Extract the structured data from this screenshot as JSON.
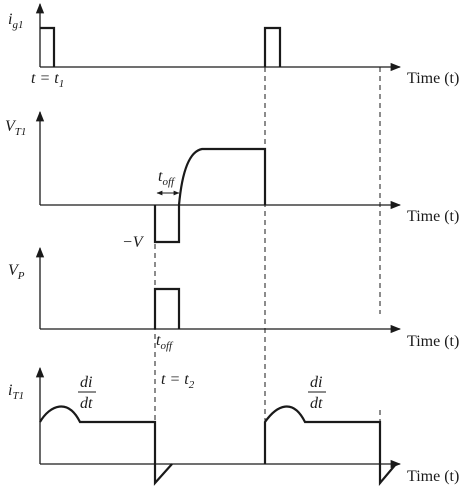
{
  "panels": {
    "ig1": {
      "ylabel_main": "i",
      "ylabel_sub": "g1",
      "time_label": "Time (t)",
      "t1_label": "t = t",
      "t1_sub": "1"
    },
    "vt1": {
      "ylabel_main": "V",
      "ylabel_sub": "T1",
      "time_label": "Time (t)",
      "toff_main": "t",
      "toff_sub": "off",
      "neg_v_label": "−V"
    },
    "vp": {
      "ylabel_main": "V",
      "ylabel_sub": "P",
      "time_label": "Time (t)",
      "toff_main": "t",
      "toff_sub": "off"
    },
    "it1": {
      "ylabel_main": "i",
      "ylabel_sub": "T1",
      "time_label": "Time (t)",
      "didt_num": "di",
      "didt_den": "dt",
      "t2_label": "t = t",
      "t2_sub": "2"
    }
  }
}
